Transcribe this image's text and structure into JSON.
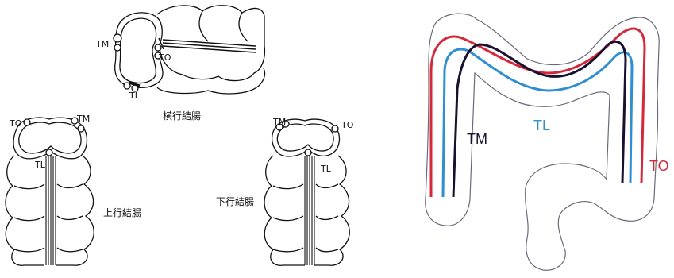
{
  "left_panel": {
    "transverse": {
      "caption": "横行結腸",
      "tm": "TM",
      "to": "TO",
      "tl": "TL"
    },
    "ascending": {
      "caption": "上行結腸",
      "tm": "TM",
      "to": "TO",
      "tl": "TL"
    },
    "descending": {
      "caption": "下行結腸",
      "tm": "TM",
      "to": "TO",
      "tl": "TL"
    }
  },
  "right_panel": {
    "tm_label": "TM",
    "tl_label": "TL",
    "to_label": "TO",
    "colors": {
      "tm": "#1a1030",
      "tl": "#2f8fd0",
      "to": "#d4293b",
      "outline": "#6a6a7a"
    }
  }
}
